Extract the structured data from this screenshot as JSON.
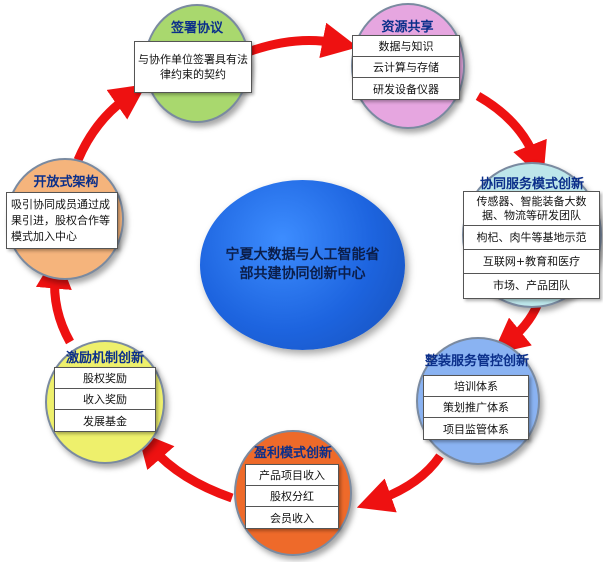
{
  "center": {
    "line1": "宁夏大数据与人工智能省",
    "line2": "部共建协同创新中心"
  },
  "nodes": {
    "agreement": {
      "title": "签署协议",
      "text": "与协作单位签署具有法律约束的契约"
    },
    "resource": {
      "title": "资源共享",
      "items": [
        "数据与知识",
        "云计算与存储",
        "研发设备仪器"
      ]
    },
    "service": {
      "title": "协同服务模式创新",
      "items": [
        "传感器、智能装备大数据、物流等研发团队",
        "枸杞、肉牛等基地示范",
        "互联网+教育和医疗",
        "市场、产品团队"
      ]
    },
    "management": {
      "title": "整装服务管控创新",
      "items": [
        "培训体系",
        "策划推广体系",
        "项目监管体系"
      ]
    },
    "profit": {
      "title": "盈利模式创新",
      "items": [
        "产品项目收入",
        "股权分红",
        "会员收入"
      ]
    },
    "incentive": {
      "title": "激励机制创新",
      "items": [
        "股权奖励",
        "收入奖励",
        "发展基金"
      ]
    },
    "open": {
      "title": "开放式架构",
      "text": "吸引协同成员通过成果引进，股权合作等模式加入中心"
    }
  },
  "colors": {
    "agreement": "#a9d86e",
    "resource": "#e6a6e0",
    "service": "#bde6ea",
    "management": "#8ab3f2",
    "profit": "#ee6a2a",
    "incentive": "#eef06c",
    "open": "#f5b47c",
    "arrow": "#ee1111",
    "title": "#0b2f8a"
  }
}
